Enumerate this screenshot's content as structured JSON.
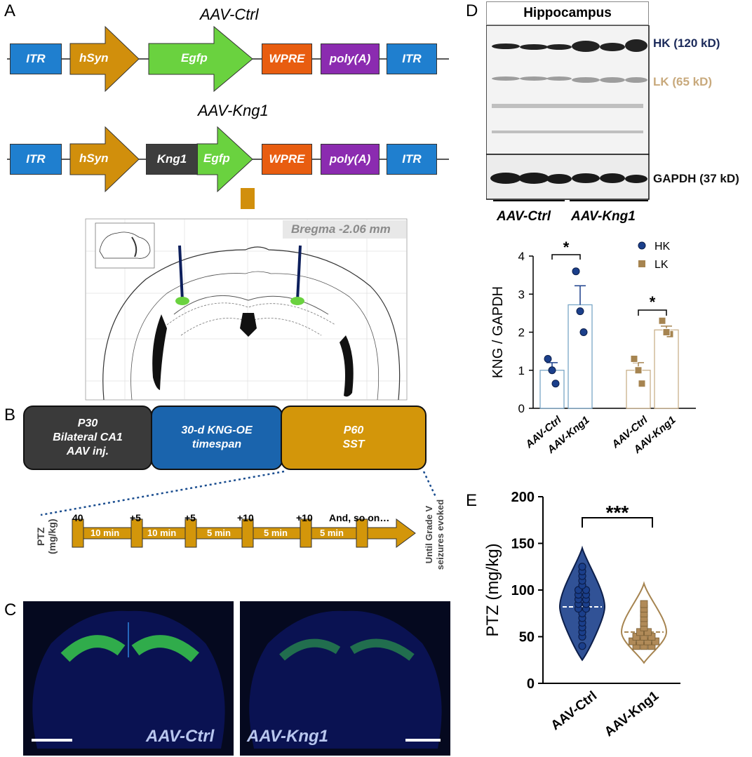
{
  "panel_labels": {
    "a": "A",
    "b": "B",
    "c": "C",
    "d": "D",
    "e": "E"
  },
  "panelA": {
    "title_ctrl": "AAV-Ctrl",
    "title_kng1": "AAV-Kng1",
    "itr": "ITR",
    "hsyn": "hSyn",
    "egfp": "Egfp",
    "kng1": "Kng1",
    "wpre": "WPRE",
    "polya": "poly(A)",
    "bregma": "Bregma -2.06 mm",
    "colors": {
      "itr": "#1f7fcf",
      "hsyn": "#d18f0c",
      "egfp": "#6ad23f",
      "kng1": "#3d3d3d",
      "wpre": "#e85d10",
      "polya": "#8b2bb0"
    }
  },
  "panelB": {
    "stage1": [
      "P30",
      "Bilateral CA1",
      "AAV inj."
    ],
    "stage2": [
      "30-d KNG-OE",
      "timespan"
    ],
    "stage3": [
      "P60",
      "SST"
    ],
    "ptz_label": [
      "PTZ",
      "(mg/kg)"
    ],
    "doses": [
      "40",
      "+5",
      "+5",
      "+10",
      "+10",
      "And, so on…"
    ],
    "intervals": [
      "10 min",
      "10 min",
      "5 min",
      "5 min",
      "5 min"
    ],
    "until": [
      "Until Grade V",
      "seizures evoked"
    ],
    "colors": {
      "stage1": "#3a3a3a",
      "stage2": "#1a64ad",
      "stage3": "#d3960a",
      "timeline": "#d3960a"
    }
  },
  "panelC": {
    "left": "AAV-Ctrl",
    "right": "AAV-Kng1"
  },
  "panelD": {
    "region": "Hippocampus",
    "hk": "HK (120 kD)",
    "lk": "LK (65 kD)",
    "gapdh": "GAPDH (37 kD)",
    "group_ctrl": "AAV-Ctrl",
    "group_kng1": "AAV-Kng1",
    "colors": {
      "hk": "#1b2a5a",
      "lk": "#c8a97c"
    }
  },
  "chart_data": [
    {
      "type": "bar",
      "ylabel": "KNG / GAPDH",
      "ylim": [
        0,
        4
      ],
      "yticks": [
        "0",
        "1",
        "2",
        "3",
        "4"
      ],
      "categories": [
        "AAV-Ctrl",
        "AAV-Kng1",
        "AAV-Ctrl",
        "AAV-Kng1"
      ],
      "legend": [
        "HK",
        "LK"
      ],
      "legend_position": "top-right",
      "series": [
        {
          "name": "HK",
          "values": [
            1.0,
            2.72
          ],
          "sem": [
            0.2,
            0.5
          ],
          "points": [
            [
              1.3,
              0.65,
              1.0
            ],
            [
              3.6,
              2.0,
              2.55
            ]
          ],
          "color": "#1b3f8b"
        },
        {
          "name": "LK",
          "values": [
            1.0,
            2.06
          ],
          "sem": [
            0.2,
            0.1
          ],
          "points": [
            [
              1.3,
              0.65,
              1.0
            ],
            [
              2.3,
              1.95,
              2.0
            ]
          ],
          "color": "#a68450"
        }
      ],
      "annotations": [
        "*",
        "*"
      ]
    },
    {
      "type": "violin",
      "ylabel": "PTZ (mg/kg)",
      "ylim": [
        0,
        200
      ],
      "yticks": [
        "0",
        "50",
        "100",
        "150",
        "200"
      ],
      "categories": [
        "AAV-Ctrl",
        "AAV-Kng1"
      ],
      "series": [
        {
          "name": "AAV-Ctrl",
          "median": 82,
          "q1": 70,
          "q3": 100,
          "min": 25,
          "max": 145,
          "points": [
            40,
            50,
            55,
            60,
            65,
            70,
            75,
            80,
            80,
            85,
            85,
            90,
            90,
            95,
            95,
            100,
            100,
            105,
            110,
            115,
            120,
            125
          ]
        },
        {
          "name": "AAV-Kng1",
          "median": 55,
          "q1": 45,
          "q3": 70,
          "min": 22,
          "max": 107,
          "points": [
            40,
            40,
            40,
            45,
            45,
            45,
            45,
            50,
            50,
            50,
            55,
            55,
            60,
            65,
            70,
            75,
            80,
            85
          ]
        }
      ],
      "annotations": [
        "***"
      ]
    }
  ]
}
